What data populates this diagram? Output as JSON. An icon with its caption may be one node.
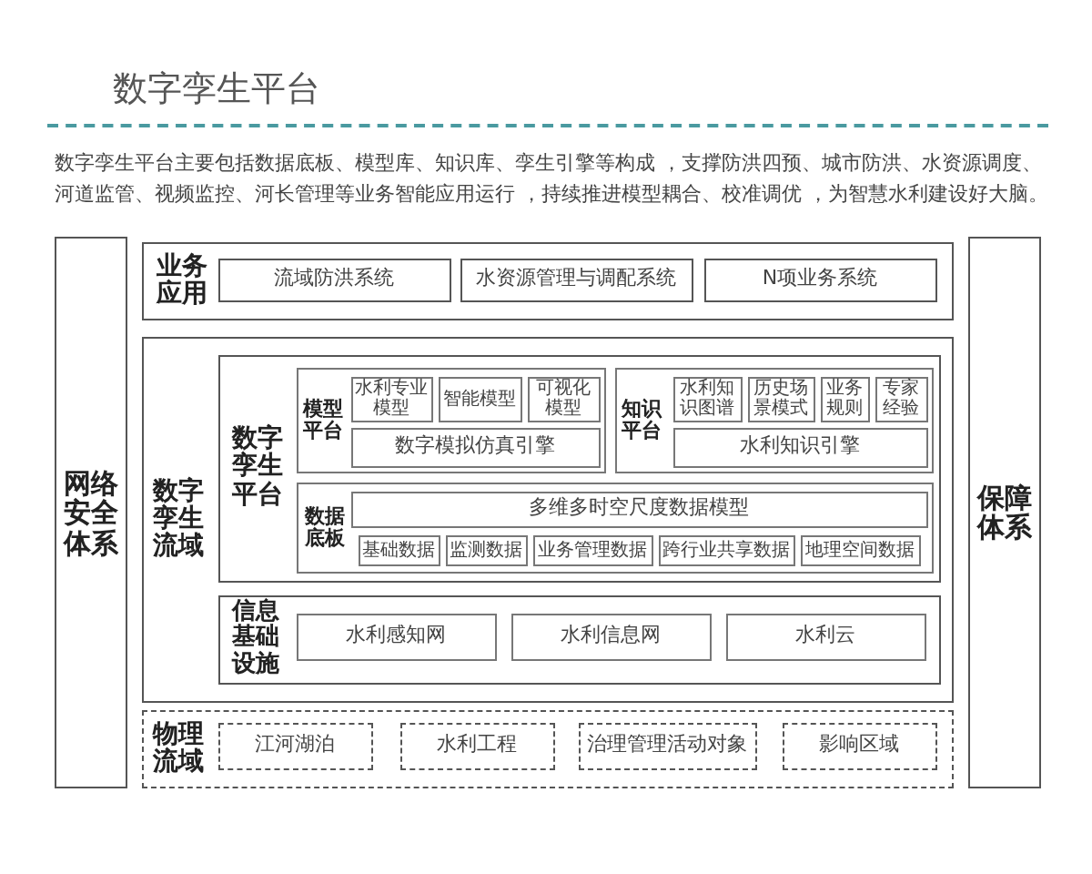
{
  "diagram": {
    "title": "数字孪生平台",
    "nodes": [
      {
        "text": [
          "网络安全体系"
        ]
      },
      {
        "text": [
          "业务应用"
        ]
      },
      {
        "text": [
          "流域防洪系统"
        ],
        "in": 1
      },
      {
        "text": [
          "水资源管理与调配系统"
        ],
        "in": 1
      },
      {
        "text": [
          "N项业务系统"
        ],
        "in": 1
      },
      {
        "text": [
          "数字孪生流域"
        ]
      },
      {
        "text": [
          "数字孪生平台"
        ],
        "in": 5
      },
      {
        "text": [
          "模型平台"
        ],
        "in": 6
      },
      {
        "text": [
          "水利专业模型"
        ],
        "in": 7
      },
      {
        "text": [
          "智能模型"
        ],
        "in": 7
      },
      {
        "text": [
          "可视化模型"
        ],
        "in": 7
      },
      {
        "text": [
          "数字模拟仿真引擎"
        ],
        "in": 7
      },
      {
        "text": [
          "知识平台"
        ],
        "in": 6
      },
      {
        "text": [
          "水利知识图谱"
        ],
        "in": 12
      },
      {
        "text": [
          "历史场景模式"
        ],
        "in": 12
      },
      {
        "text": [
          "业务规则"
        ],
        "in": 12
      },
      {
        "text": [
          "专家经验"
        ],
        "in": 12
      },
      {
        "text": [
          "水利知识引擎"
        ],
        "in": 12
      },
      {
        "text": [
          "数据底板"
        ],
        "in": 6
      },
      {
        "text": [
          "多维多时空尺度数据模型"
        ],
        "in": 18
      },
      {
        "text": [
          "基础数据"
        ],
        "in": 18
      },
      {
        "text": [
          "监测数据"
        ],
        "in": 18
      },
      {
        "text": [
          "业务管理数据"
        ],
        "in": 18
      },
      {
        "text": [
          "跨行业共享数据"
        ],
        "in": 18
      },
      {
        "text": [
          "地理空间数据"
        ],
        "in": 18
      },
      {
        "text": [
          "信息基础设施"
        ],
        "in": 5
      },
      {
        "text": [
          "水利感知网"
        ],
        "in": 25
      },
      {
        "text": [
          "水利信息网"
        ],
        "in": 25
      },
      {
        "text": [
          "水利云"
        ],
        "in": 25
      },
      {
        "text": [
          "物理流域"
        ]
      },
      {
        "text": [
          "江河湖泊"
        ],
        "in": 29
      },
      {
        "text": [
          "水利工程"
        ],
        "in": 29
      },
      {
        "text": [
          "治理管理活动对象"
        ],
        "in": 29
      },
      {
        "text": [
          "影响区域"
        ],
        "in": 29
      },
      {
        "text": [
          "保障体系"
        ]
      }
    ],
    "labels": [
      "数字孪生平台主要包括数据底板、模型库、知识库、孪生引擎等构成 ，支撑防洪四预、城市防洪、水资源调度、河道监管、视频监控、河长管理等业务智能应用运行 ，持续推进模型耦合、校准调优 ，为智慧水利建设好大脑。"
    ]
  }
}
